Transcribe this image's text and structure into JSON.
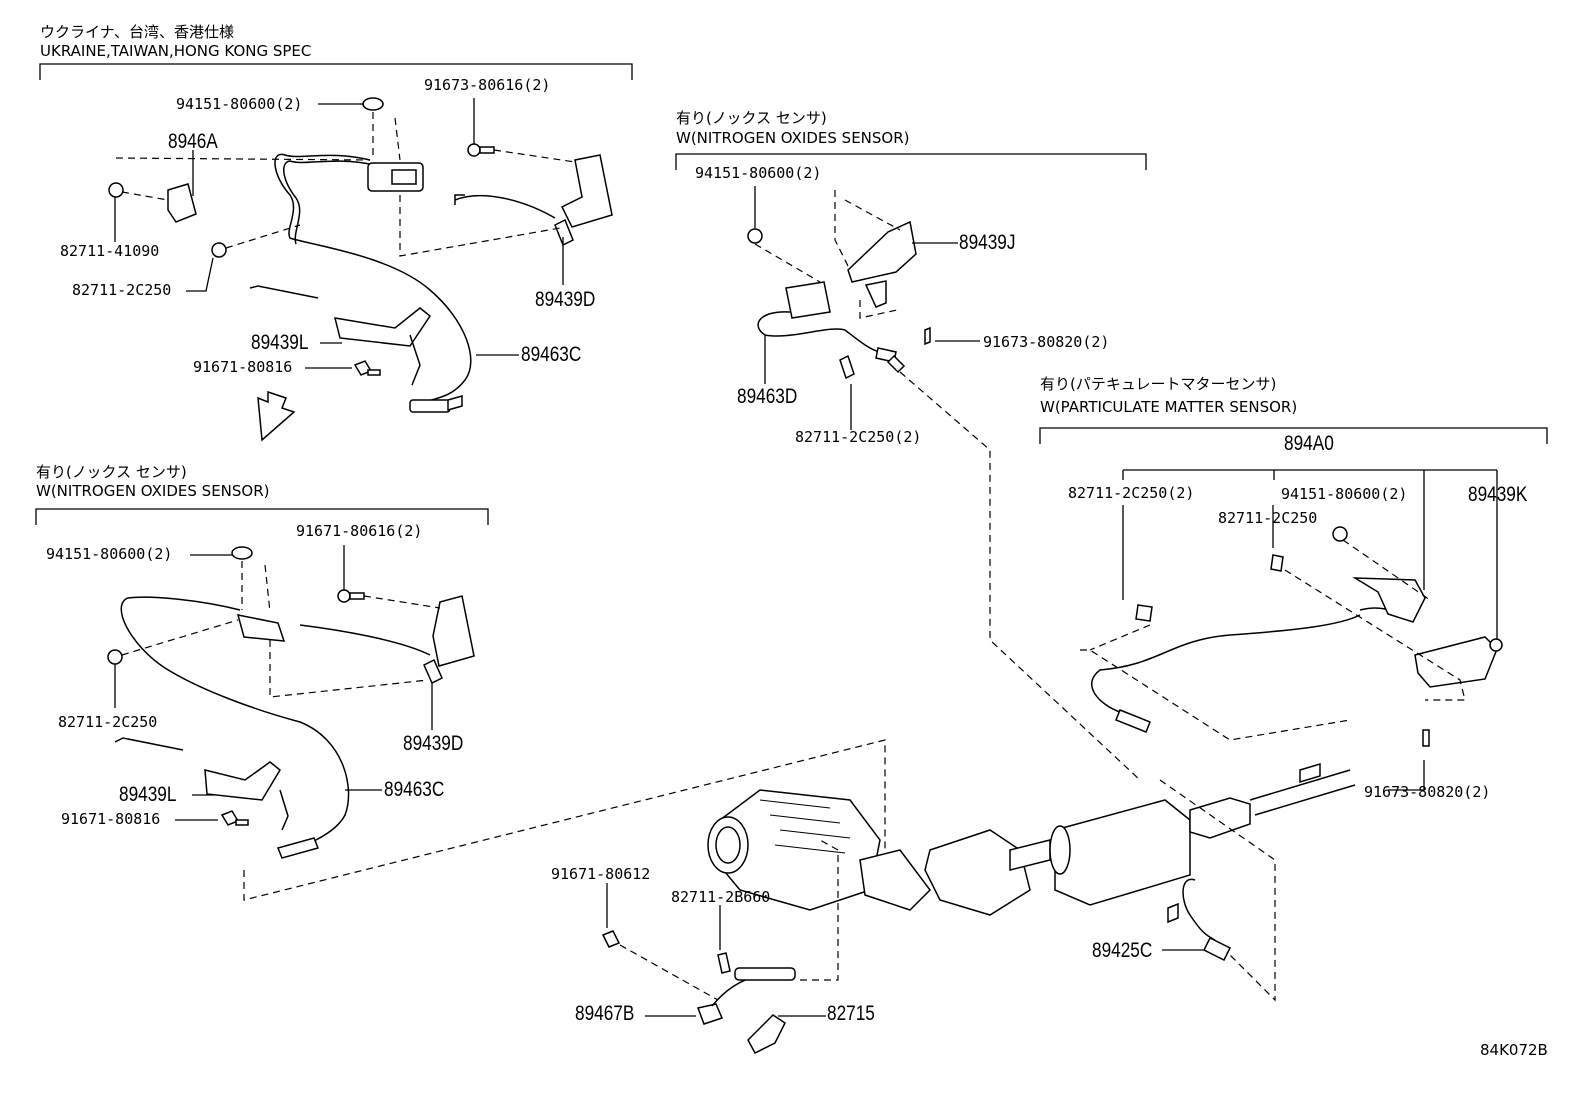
{
  "sections": {
    "ukraine": {
      "title_jp": "ウクライナ、台湾、香港仕様",
      "title_en": "UKRAINE,TAIWAN,HONG KONG SPEC"
    },
    "nox_left": {
      "title_jp": "有り(ノックス センサ)",
      "title_en": "W(NITROGEN OXIDES SENSOR)"
    },
    "nox_mid": {
      "title_jp": "有り(ノックス センサ)",
      "title_en": "W(NITROGEN OXIDES SENSOR)"
    },
    "pm": {
      "title_jp": "有り(パテキュレートマターセンサ)",
      "title_en": "W(PARTICULATE MATTER SENSOR)"
    }
  },
  "labels": {
    "a_94151": "94151-80600(2)",
    "a_91673": "91673-80616(2)",
    "a_8946A": "8946A",
    "a_82711_41090": "82711-41090",
    "a_82711_2C250": "82711-2C250",
    "a_89439D": "89439D",
    "a_89439L": "89439L",
    "a_91671_80816": "91671-80816",
    "a_89463C": "89463C",
    "b_94151": "94151-80600(2)",
    "b_91671_80616": "91671-80616(2)",
    "b_82711_2C250": "82711-2C250",
    "b_89439D": "89439D",
    "b_89439L": "89439L",
    "b_91671_80816": "91671-80816",
    "b_89463C": "89463C",
    "c_94151": "94151-80600(2)",
    "c_89439J": "89439J",
    "c_91673_80820": "91673-80820(2)",
    "c_89463D": "89463D",
    "c_82711_2C250": "82711-2C250(2)",
    "d_894A0": "894A0",
    "d_82711_2C250_2": "82711-2C250(2)",
    "d_94151": "94151-80600(2)",
    "d_89439K": "89439K",
    "d_82711_2C250": "82711-2C250",
    "d_91673_80820": "91673-80820(2)",
    "e_91671_80612": "91671-80612",
    "e_82711_2B660": "82711-2B660",
    "e_89467B": "89467B",
    "e_82715": "82715",
    "e_89425C": "89425C"
  },
  "footer": {
    "code": "84K072B"
  }
}
